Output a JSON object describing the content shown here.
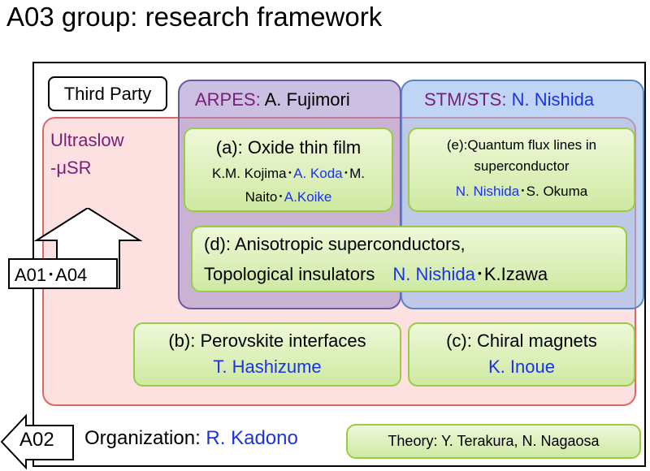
{
  "title": "A03 group: research framework",
  "third_party": "Third Party",
  "arpes": {
    "method": "ARPES:",
    "person": "A. Fujimori"
  },
  "stm": {
    "method": "STM/STS:",
    "person": "N. Nishida"
  },
  "musr": {
    "line1": "Ultraslow",
    "line2": "-μSR"
  },
  "box_a": {
    "title": "(a): Oxide thin film",
    "p1": "K.M. Kojima",
    "sep1": "･",
    "p2": "A. Koda",
    "sep2": "･",
    "p3a": "M.",
    "p3b": "Naito",
    "sep3": "･",
    "p4": "A.Koike"
  },
  "box_e": {
    "line1": "(e):Quantum flux lines in",
    "line2": "superconductor",
    "p1": "N. Nishida",
    "sep": "･",
    "p2": "S. Okuma"
  },
  "box_d": {
    "line1": "(d): Anisotropic superconductors,",
    "line2": "Topological insulators",
    "p1": "N. Nishida",
    "sep": "･",
    "p2": "K.Izawa"
  },
  "box_b": {
    "title": "(b): Perovskite interfaces",
    "person": "T. Hashizume"
  },
  "box_c": {
    "title": "(c): Chiral magnets",
    "person": "K. Inoue"
  },
  "arrow_up_label": "A01･A04",
  "arrow_left_label": "A02",
  "organization": {
    "label": "Organization:",
    "person": "R. Kadono"
  },
  "theory": "Theory: Y. Terakura, N. Nagaosa",
  "colors": {
    "person_blue": "#1a33e6",
    "group_purple": "#7a1d7a",
    "box_green": "#cfe9a2",
    "arpes_fill": "#a08cc8",
    "stm_fill": "#96b9eb",
    "musr_fill": "#fcc8c8"
  }
}
